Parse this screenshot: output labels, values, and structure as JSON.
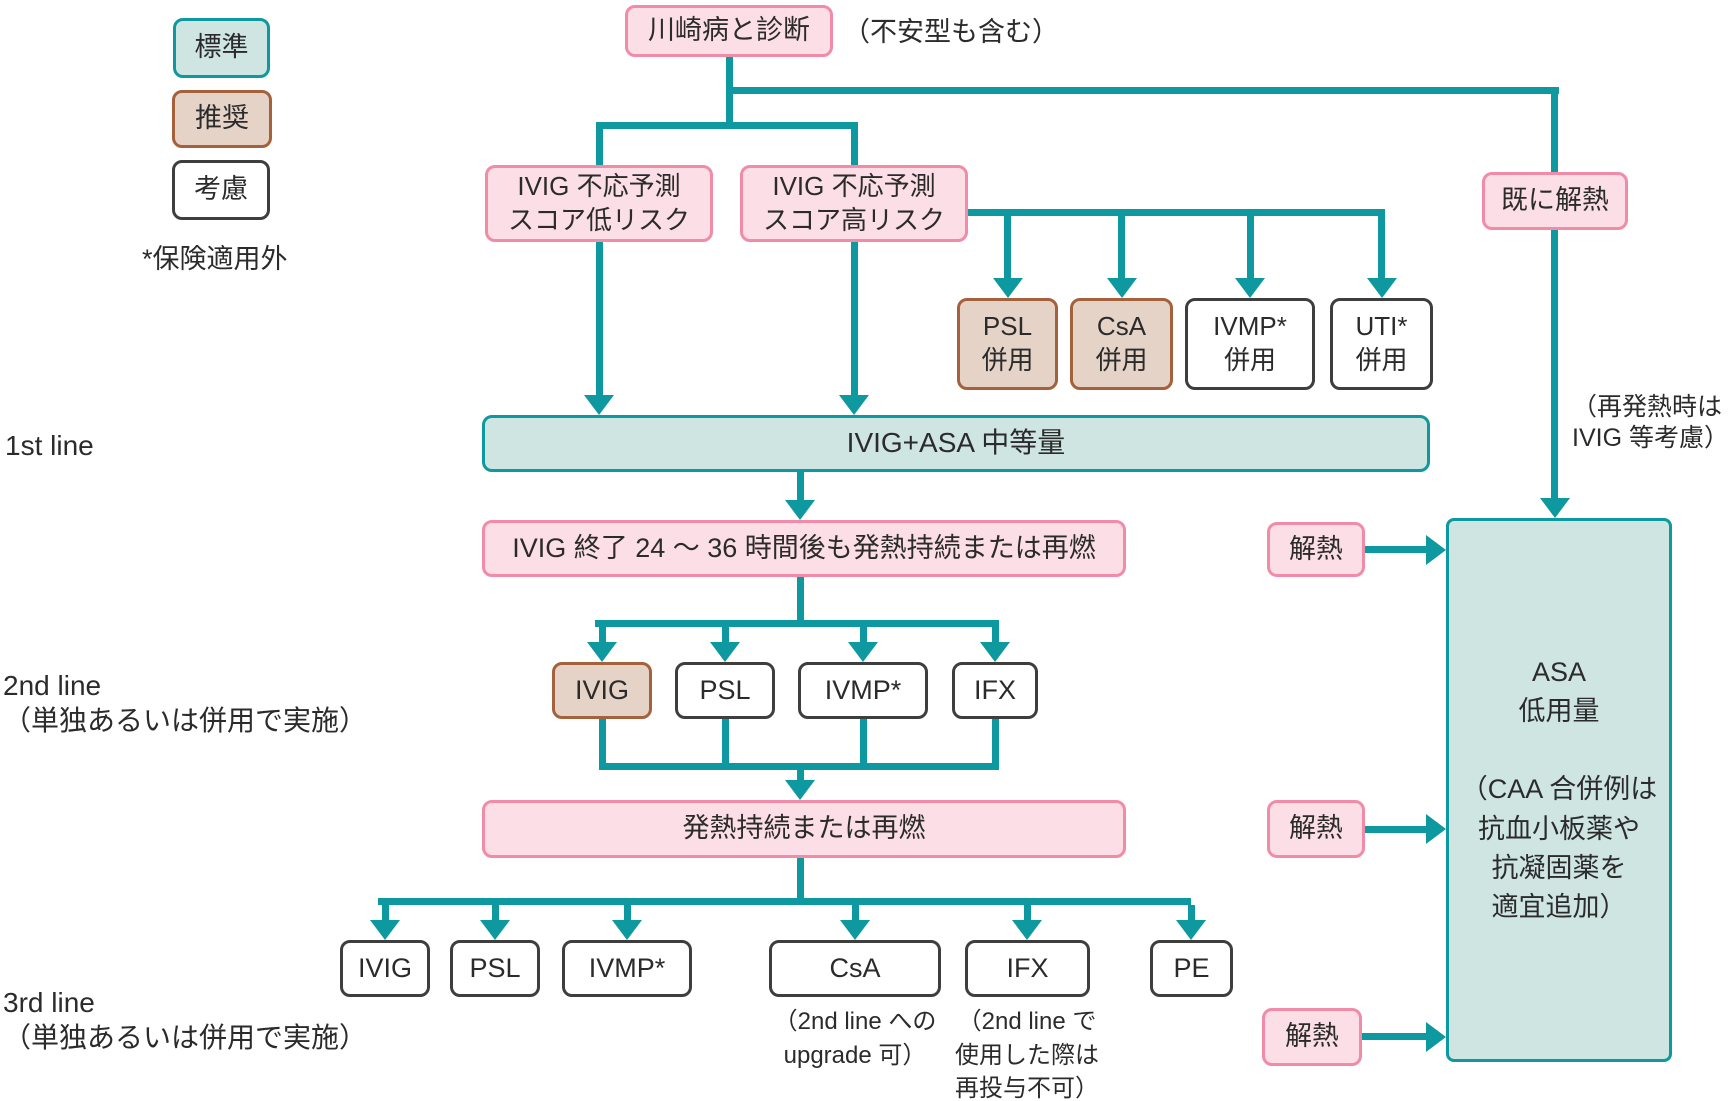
{
  "colors": {
    "line_teal": "#0e989f",
    "fill_teal": "#cee5e2",
    "border_pink": "#f28ba8",
    "fill_pink": "#fbdee6",
    "border_tan": "#a4613c",
    "fill_tan": "#e6d3c8",
    "border_neutral": "#3e3e3e"
  },
  "legend": {
    "standard": "標準",
    "recommend": "推奨",
    "consider": "考慮",
    "insurance_note": "*保険適用外"
  },
  "labels": {
    "first": "1st line",
    "second": "2nd line\n（単独あるいは併用で実施）",
    "third": "3rd line\n（単独あるいは併用で実施）"
  },
  "nodes": {
    "diagnosis": "川崎病と診断",
    "diagnosis_note": "（不安型も含む）",
    "low_risk": "IVIG 不応予測\nスコア低リスク",
    "high_risk": "IVIG 不応予測\nスコア高リスク",
    "already_defervesced": "既に解熱",
    "psl_combo": "PSL\n併用",
    "csa_combo": "CsA\n併用",
    "ivmp_combo": "IVMP*\n併用",
    "uti_combo": "UTI*\n併用",
    "first_line_tx": "IVIG+ASA 中等量",
    "persistent_fever_1": "IVIG 終了 24 ～ 36 時間後も発熱持続または再燃",
    "defervescence_1": "解熱",
    "defervescence_2": "解熱",
    "defervescence_3": "解熱",
    "second_ivig": "IVIG",
    "second_psl": "PSL",
    "second_ivmp": "IVMP*",
    "second_ifx": "IFX",
    "persistent_fever_2": "発熱持続または再燃",
    "third_ivig": "IVIG",
    "third_psl": "PSL",
    "third_ivmp": "IVMP*",
    "third_csa": "CsA",
    "third_ifx": "IFX",
    "third_pe": "PE",
    "csa_note": "（2nd line への\nupgrade 可）",
    "ifx_note": "（2nd line で\n使用した際は\n再投与不可）",
    "refever_note": "（再発熱時は\nIVIG 等考慮）",
    "asa_low": "ASA\n低用量\n\n（CAA 合併例は\n抗血小板薬や\n抗凝固薬を\n適宜追加）"
  }
}
